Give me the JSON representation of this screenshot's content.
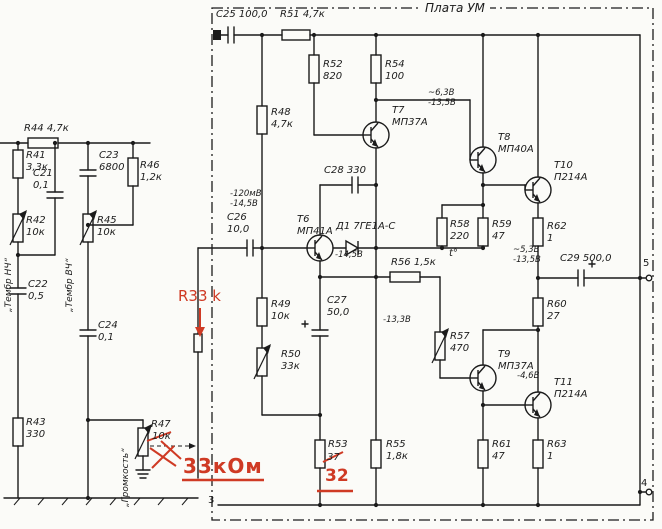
{
  "title": "Плата УМ",
  "labels": {
    "c25": "C25 100,0",
    "r51": "R51 4,7к",
    "r52": "R52\n820",
    "r54": "R54\n100",
    "r48": "R48\n4,7к",
    "t7": "Т7\nМП37А",
    "t8": "Т8\nМП40А",
    "t10": "Т10\nП214А",
    "t6": "Т6\nМП41А",
    "t9": "Т9\nМП37А",
    "t11": "Т11\nП214А",
    "c28": "C28 330",
    "c26": "C26\n10,0",
    "c27": "C27\n50,0",
    "c29": "C29 500,0",
    "d1": "Д1 7ГЕ1А-С",
    "t_degree": "t°",
    "r58": "R58\n220",
    "r59": "R59\n47",
    "r62": "R62\n1",
    "r56": "R56 1,5к",
    "r49": "R49\n10к",
    "r50": "R50\n33к",
    "r57": "R57\n470",
    "r60": "R60\n27",
    "r53": "R53",
    "r53_value": "37",
    "r55": "R55\n1,8к",
    "r61": "R61\n47",
    "r63": "R63\n1",
    "r44": "R44 4,7к",
    "r41": "R41\n3,3к",
    "r46": "R46\n1,2к",
    "r42": "R42\n10к",
    "r45": "R45\n10к",
    "r43": "R43\n330",
    "r47": "R47",
    "r47_value": "10к",
    "c21": "C21\n0,1",
    "c23": "C23\n6800",
    "c22": "C22\n0,5",
    "c24": "C24\n0,1",
    "tembr_nch": "„Тембр НЧ“",
    "tembr_vch": "„Тембр ВЧ“",
    "gromkost": "„Громкость“"
  },
  "voltages": {
    "t7_out": "~6,3В\n-13,5В",
    "t6_in": "-120мВ\n-14,5В",
    "t6_e": "-14,5В",
    "t10_in": "~5,3В\n-13,5В",
    "t9_c": "-13,3В",
    "t9_e": "-4,6В"
  },
  "annotations": {
    "r33_note": "R33 k",
    "value_33kohm": "33кОм",
    "value_32": "32"
  },
  "terminals": {
    "pin3": "3",
    "pin4": "4",
    "pin5": "5"
  },
  "colors": {
    "ink": "#1b1b1b",
    "annotation_red": "#cf3a24",
    "paper": "#fbfbf8"
  }
}
